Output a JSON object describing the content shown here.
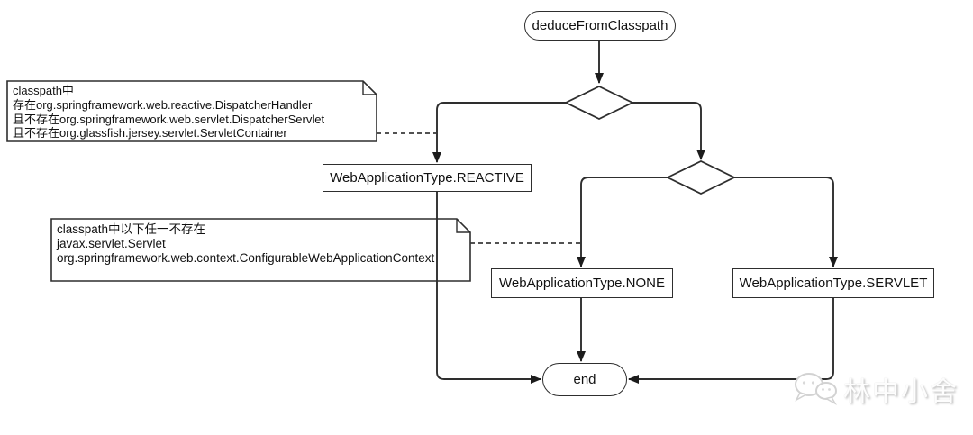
{
  "nodes": {
    "start": {
      "label": "deduceFromClasspath"
    },
    "reactive": {
      "label": "WebApplicationType.REACTIVE"
    },
    "none": {
      "label": "WebApplicationType.NONE"
    },
    "servlet": {
      "label": "WebApplicationType.SERVLET"
    },
    "end": {
      "label": "end"
    }
  },
  "decisions": [
    {
      "id": "decision1",
      "label": ""
    },
    {
      "id": "decision2",
      "label": ""
    }
  ],
  "notes": {
    "note1": {
      "lines": [
        "classpath中",
        "存在org.springframework.web.reactive.DispatcherHandler",
        "且不存在org.springframework.web.servlet.DispatcherServlet",
        "且不存在org.glassfish.jersey.servlet.ServletContainer"
      ]
    },
    "note2": {
      "lines": [
        "classpath中以下任一不存在",
        "javax.servlet.Servlet",
        "org.springframework.web.context.ConfigurableWebApplicationContext"
      ]
    }
  },
  "edges": [
    {
      "from": "deduceFromClasspath",
      "to": "decision1",
      "style": "solid-arrow"
    },
    {
      "from": "decision1",
      "to": "WebApplicationType.REACTIVE",
      "style": "solid-arrow"
    },
    {
      "from": "decision1",
      "to": "decision2",
      "style": "solid-arrow"
    },
    {
      "from": "decision2",
      "to": "WebApplicationType.NONE",
      "style": "solid-arrow"
    },
    {
      "from": "decision2",
      "to": "WebApplicationType.SERVLET",
      "style": "solid-arrow"
    },
    {
      "from": "WebApplicationType.REACTIVE",
      "to": "end",
      "style": "solid-arrow"
    },
    {
      "from": "WebApplicationType.NONE",
      "to": "end",
      "style": "solid-arrow"
    },
    {
      "from": "WebApplicationType.SERVLET",
      "to": "end",
      "style": "solid-arrow"
    },
    {
      "from": "note1",
      "to": "edge(decision1→REACTIVE)",
      "style": "dashed"
    },
    {
      "from": "note2",
      "to": "edge(decision2→NONE)",
      "style": "dashed"
    }
  ],
  "watermark": {
    "text": "林中小舍",
    "icon": "wechat-chat-bubbles-icon"
  },
  "colors": {
    "stroke": "#2e2e2e",
    "node_fill": "#ffffff",
    "background": "#ffffff",
    "watermark_text": "#fdfdfd",
    "watermark_shadow": "#bdbdbd"
  }
}
